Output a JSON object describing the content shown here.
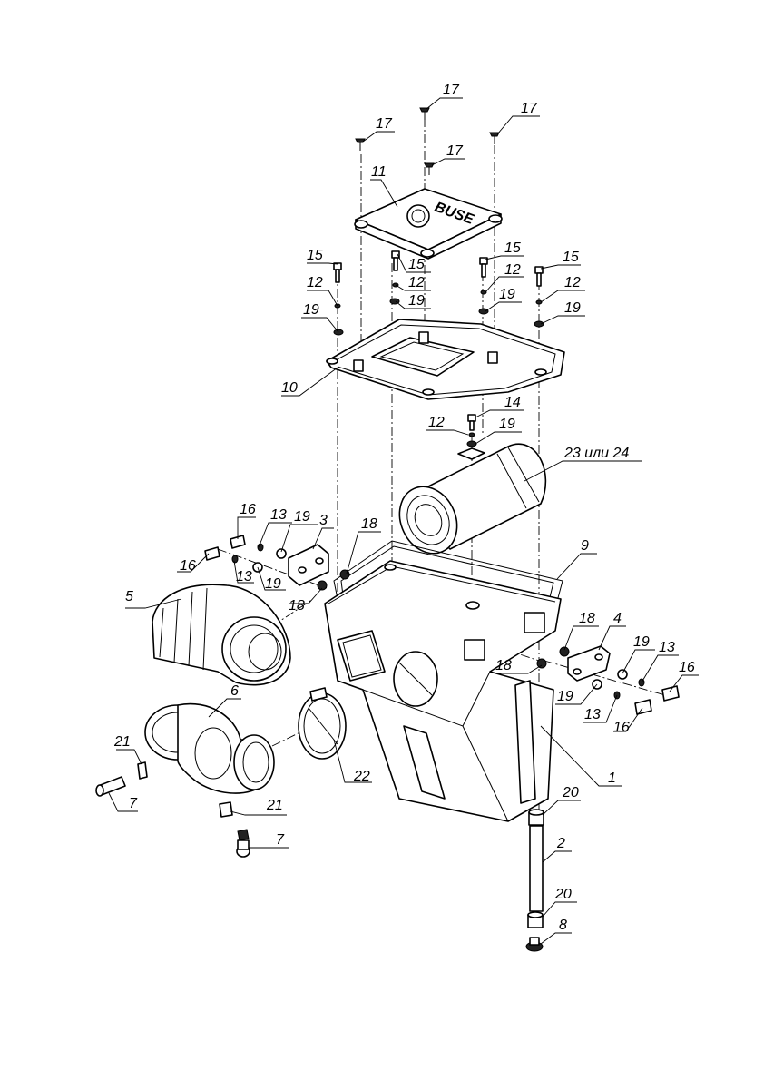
{
  "callouts": {
    "c1": "1",
    "c2": "2",
    "c3": "3",
    "c4": "4",
    "c5": "5",
    "c6": "6",
    "c7a": "7",
    "c7b": "7",
    "c8": "8",
    "c9": "9",
    "c10": "10",
    "c11": "11",
    "c12a": "12",
    "c12b": "12",
    "c12c": "12",
    "c12d": "12",
    "c12e": "12",
    "c13a": "13",
    "c13b": "13",
    "c13c": "13",
    "c13d": "13",
    "c14": "14",
    "c15a": "15",
    "c15b": "15",
    "c15c": "15",
    "c15d": "15",
    "c16a": "16",
    "c16b": "16",
    "c16c": "16",
    "c16d": "16",
    "c17a": "17",
    "c17b": "17",
    "c17c": "17",
    "c17d": "17",
    "c18a": "18",
    "c18b": "18",
    "c18c": "18",
    "c18d": "18",
    "c19a": "19",
    "c19b": "19",
    "c19c": "19",
    "c19d": "19",
    "c19e": "19",
    "c19f": "19",
    "c19g": "19",
    "c19h": "19",
    "c20a": "20",
    "c20b": "20",
    "c21a": "21",
    "c21b": "21",
    "c22": "22",
    "c23": "23 или 24"
  },
  "lid_logo": "BUSE"
}
